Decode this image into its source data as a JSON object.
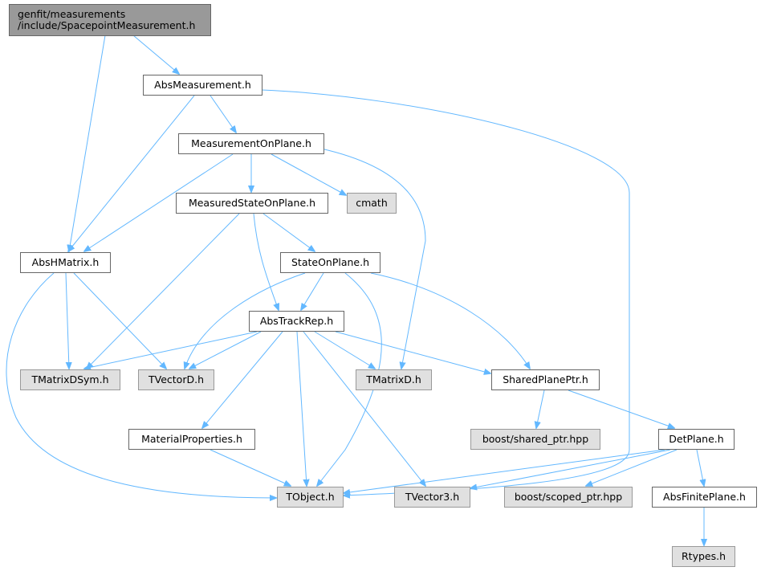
{
  "nodes": [
    {
      "id": "spm",
      "lines": [
        "genfit/measurements",
        "/include/SpacepointMeasurement.h"
      ],
      "kind": "focus"
    },
    {
      "id": "absmeas",
      "lines": [
        "AbsMeasurement.h"
      ],
      "kind": "normal"
    },
    {
      "id": "mop",
      "lines": [
        "MeasurementOnPlane.h"
      ],
      "kind": "normal"
    },
    {
      "id": "msop",
      "lines": [
        "MeasuredStateOnPlane.h"
      ],
      "kind": "normal"
    },
    {
      "id": "cmath",
      "lines": [
        "cmath"
      ],
      "kind": "external"
    },
    {
      "id": "abshm",
      "lines": [
        "AbsHMatrix.h"
      ],
      "kind": "normal"
    },
    {
      "id": "sop",
      "lines": [
        "StateOnPlane.h"
      ],
      "kind": "normal"
    },
    {
      "id": "atr",
      "lines": [
        "AbsTrackRep.h"
      ],
      "kind": "normal"
    },
    {
      "id": "tmds",
      "lines": [
        "TMatrixDSym.h"
      ],
      "kind": "external"
    },
    {
      "id": "tvd",
      "lines": [
        "TVectorD.h"
      ],
      "kind": "external"
    },
    {
      "id": "tmd",
      "lines": [
        "TMatrixD.h"
      ],
      "kind": "external"
    },
    {
      "id": "spp",
      "lines": [
        "SharedPlanePtr.h"
      ],
      "kind": "normal"
    },
    {
      "id": "bsp",
      "lines": [
        "boost/shared_ptr.hpp"
      ],
      "kind": "external"
    },
    {
      "id": "matprop",
      "lines": [
        "MaterialProperties.h"
      ],
      "kind": "normal"
    },
    {
      "id": "detplane",
      "lines": [
        "DetPlane.h"
      ],
      "kind": "normal"
    },
    {
      "id": "tobj",
      "lines": [
        "TObject.h"
      ],
      "kind": "external"
    },
    {
      "id": "tv3",
      "lines": [
        "TVector3.h"
      ],
      "kind": "external"
    },
    {
      "id": "bscp",
      "lines": [
        "boost/scoped_ptr.hpp"
      ],
      "kind": "external"
    },
    {
      "id": "afp",
      "lines": [
        "AbsFinitePlane.h"
      ],
      "kind": "normal"
    },
    {
      "id": "rtypes",
      "lines": [
        "Rtypes.h"
      ],
      "kind": "external"
    }
  ],
  "edges": [
    {
      "from": "spm",
      "to": "absmeas"
    },
    {
      "from": "spm",
      "to": "abshm"
    },
    {
      "from": "absmeas",
      "to": "mop"
    },
    {
      "from": "absmeas",
      "to": "abshm"
    },
    {
      "from": "absmeas",
      "to": "tobj"
    },
    {
      "from": "mop",
      "to": "msop"
    },
    {
      "from": "mop",
      "to": "cmath"
    },
    {
      "from": "mop",
      "to": "abshm"
    },
    {
      "from": "mop",
      "to": "tmd"
    },
    {
      "from": "msop",
      "to": "sop"
    },
    {
      "from": "msop",
      "to": "atr"
    },
    {
      "from": "msop",
      "to": "tmds"
    },
    {
      "from": "abshm",
      "to": "tmds"
    },
    {
      "from": "abshm",
      "to": "tvd"
    },
    {
      "from": "abshm",
      "to": "tobj"
    },
    {
      "from": "sop",
      "to": "atr"
    },
    {
      "from": "sop",
      "to": "tvd"
    },
    {
      "from": "sop",
      "to": "spp"
    },
    {
      "from": "sop",
      "to": "tobj"
    },
    {
      "from": "atr",
      "to": "tmds"
    },
    {
      "from": "atr",
      "to": "tvd"
    },
    {
      "from": "atr",
      "to": "tmd"
    },
    {
      "from": "atr",
      "to": "spp"
    },
    {
      "from": "atr",
      "to": "matprop"
    },
    {
      "from": "atr",
      "to": "tobj"
    },
    {
      "from": "atr",
      "to": "tv3"
    },
    {
      "from": "spp",
      "to": "bsp"
    },
    {
      "from": "spp",
      "to": "detplane"
    },
    {
      "from": "matprop",
      "to": "tobj"
    },
    {
      "from": "detplane",
      "to": "tobj"
    },
    {
      "from": "detplane",
      "to": "tv3"
    },
    {
      "from": "detplane",
      "to": "bscp"
    },
    {
      "from": "detplane",
      "to": "afp"
    },
    {
      "from": "afp",
      "to": "rtypes"
    }
  ],
  "colors": {
    "edge": "#63b8ff",
    "focus_fill": "#999999",
    "normal_fill": "#ffffff",
    "external_fill": "#e0e0e0"
  }
}
